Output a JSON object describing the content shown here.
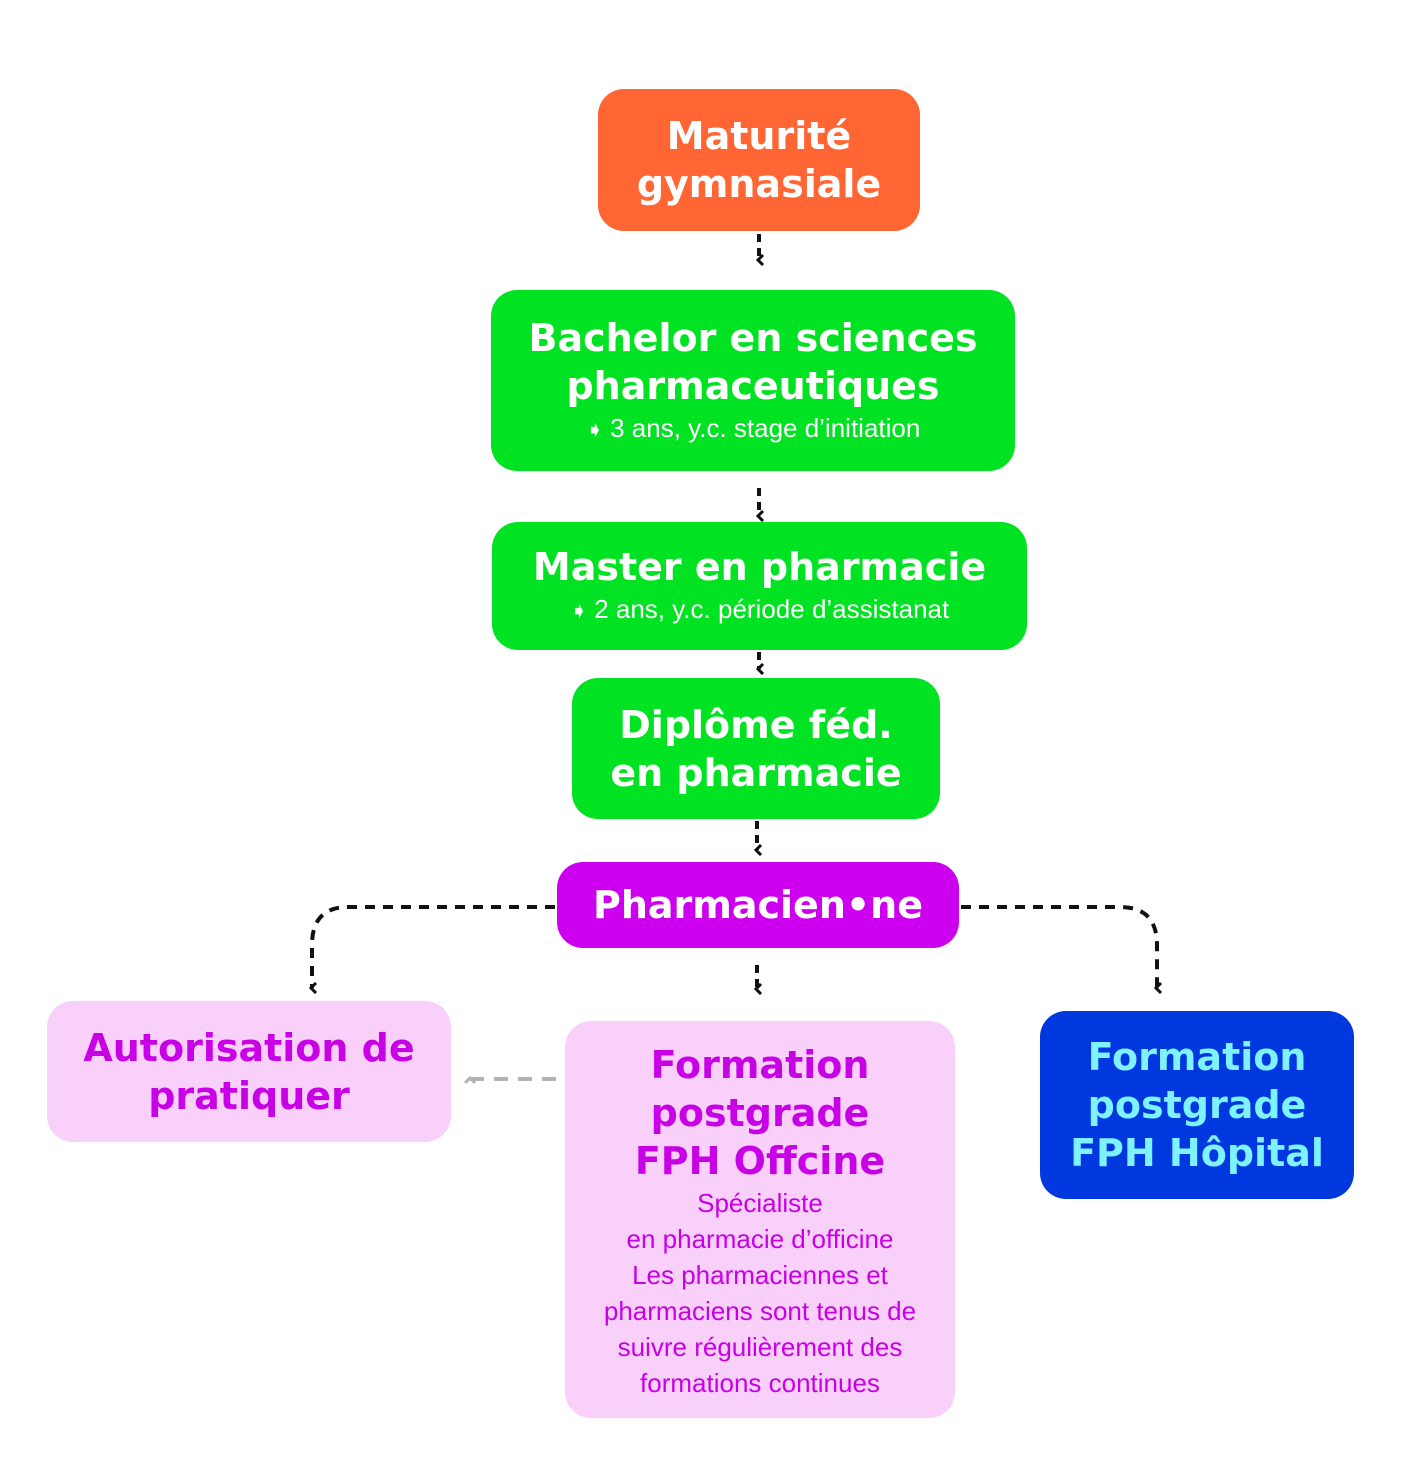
{
  "colors": {
    "orange": "#ff6633",
    "green": "#00e222",
    "purple": "#cc00ee",
    "light_pink": "#f8d0fa",
    "blue": "#0038e0",
    "connector": "#111111",
    "connector_muted": "#b3b3b3"
  },
  "nodes": {
    "maturite": {
      "title": "Maturité\ngymnasiale",
      "color": "#ff6633"
    },
    "bachelor": {
      "title": "Bachelor en sciences\npharmaceutiques",
      "detail": "3 ans, y.c. stage d’initiation",
      "color": "#00e222"
    },
    "master": {
      "title": "Master en pharmacie",
      "detail": "2 ans, y.c. période d’assistanat",
      "color": "#00e222"
    },
    "diplome": {
      "title": "Diplôme féd.\nen pharmacie",
      "color": "#00e222"
    },
    "pharmacien": {
      "title": "Pharmacien•ne",
      "color": "#cc00ee"
    },
    "autorisation": {
      "title": "Autorisation de\npratiquer",
      "color": "#f8d0fa"
    },
    "officine": {
      "title": "Formation\npostgrade\nFPH Offcine",
      "detail": "Spécialiste\nen pharmacie d’officine\nLes pharmaciennes et\npharmaciens sont tenus de\nsuivre régulièrement des\nformations continues",
      "color": "#f8d0fa"
    },
    "hopital": {
      "title": "Formation\npostgrade\nFPH Hôpital",
      "color": "#0038e0"
    }
  },
  "edges": [
    {
      "from": "maturite",
      "to": "bachelor",
      "style": "dashed"
    },
    {
      "from": "bachelor",
      "to": "master",
      "style": "dashed"
    },
    {
      "from": "master",
      "to": "diplome",
      "style": "dashed"
    },
    {
      "from": "diplome",
      "to": "pharmacien",
      "style": "dashed"
    },
    {
      "from": "pharmacien",
      "to": "autorisation",
      "style": "dashed"
    },
    {
      "from": "pharmacien",
      "to": "officine",
      "style": "dashed"
    },
    {
      "from": "pharmacien",
      "to": "hopital",
      "style": "dashed"
    },
    {
      "from": "officine",
      "to": "autorisation",
      "style": "dashed-muted"
    }
  ]
}
